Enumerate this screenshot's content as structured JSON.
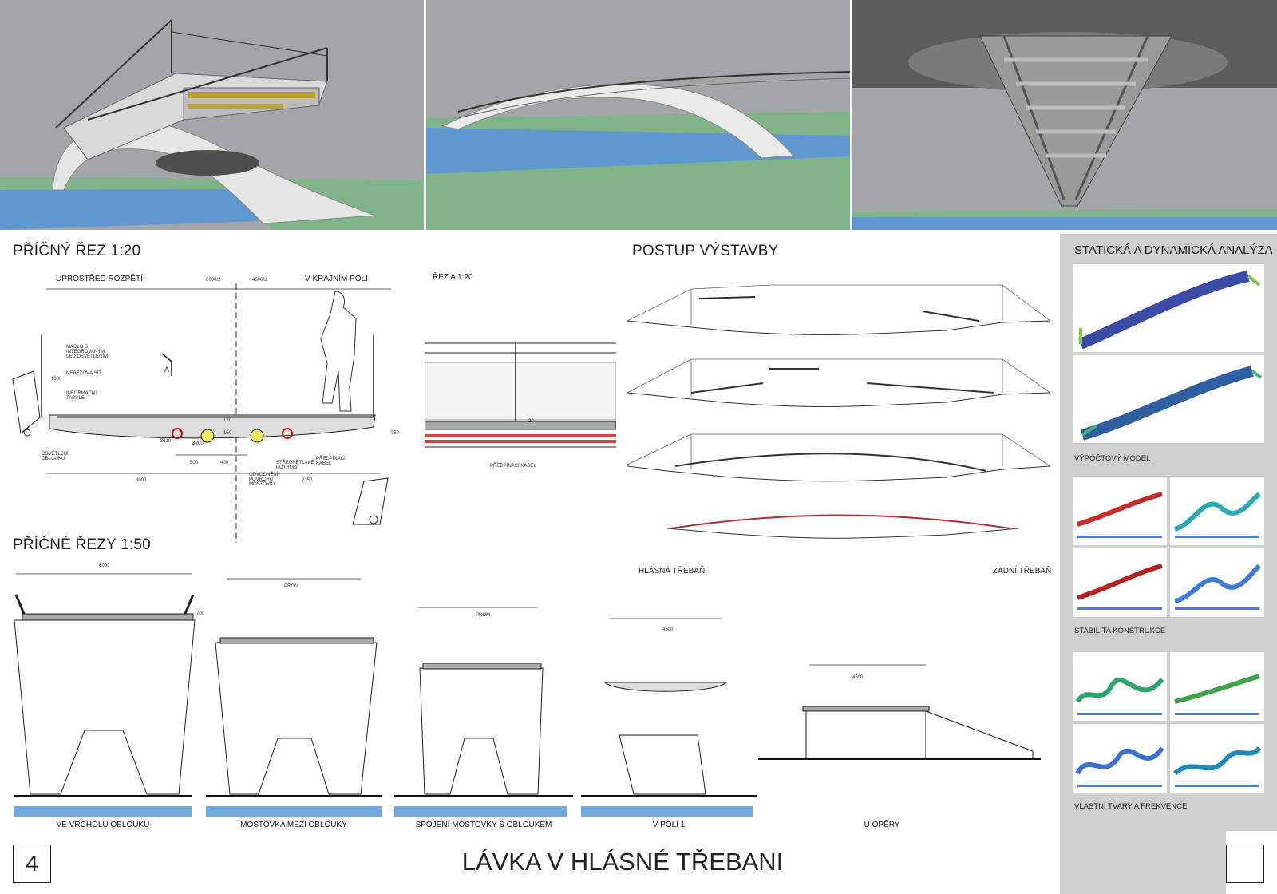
{
  "renders": [
    {
      "name": "render-bridge-underside-perspective"
    },
    {
      "name": "render-bridge-side-view"
    },
    {
      "name": "render-bridge-bottom-view"
    }
  ],
  "cross_section": {
    "title": "PŘÍČNÝ ŘEZ  1:20",
    "left_label": "UPROSTŘED ROZPĚTÍ",
    "right_label": "V KRAJNÍM POLI",
    "dim_top_left": "6000/2",
    "dim_top_right": "4500/2",
    "dim_bottom_left": "3000",
    "dim_bottom_right": "2250",
    "dim_500": "500",
    "dim_400": "400",
    "dim_1000": "1000",
    "dim_350": "350",
    "dim_120": "120",
    "dim_150": "150",
    "dim_d110": "Ø110",
    "dim_d200": "Ø200",
    "note_handrail": "MADLO S INTEGROVANÝM LED OSVĚTLENÍM",
    "note_mesh": "NEREZOVÁ SÍŤ",
    "note_info": "INFORMAČNÍ TABULE",
    "note_arch_light": "OSVĚTLENÍ OBLOUKU",
    "note_pipe": "STŘEDNĚTLAKÉ POTRUBÍ",
    "note_drain": "ODVODNĚNÍ POVRCHU MOSTOVKY",
    "note_cable": "PŘEDPÍNACÍ KABEL",
    "section_marker": "A"
  },
  "section_a": {
    "title": "ŘEZ A  1:20",
    "note_cable": "PŘEDPÍNACÍ KABEL",
    "dim_20": "20"
  },
  "cross_sections": {
    "title": "PŘÍČNÉ ŘEZY  1:50",
    "dim_6000": "6000",
    "dim_prom_1": "PROM",
    "dim_prom_2": "PROM",
    "dim_4500_a": "4500",
    "dim_4500_b": "4500",
    "dim_700": "700",
    "captions": [
      "VE VRCHOLU OBLOUKU",
      "MOSTOVKA MEZI OBLOUKY",
      "SPOJENÍ MOSTOVKY S OBLOUKEM",
      "V POLI 1",
      "U OPĚRY"
    ]
  },
  "construction": {
    "title": "POSTUP VÝSTAVBY",
    "left_place": "HLÁSNÁ TŘEBAŇ",
    "right_place": "ZADNÍ TŘEBAŇ"
  },
  "analysis": {
    "title": "STATICKÁ A DYNAMICKÁ ANALÝZA",
    "label_model": "VÝPOČTOVÝ MODEL",
    "label_stability": "STABILITA KONSTRUKCE",
    "label_modes": "VLASTNÍ TVARY A FREKVENCE"
  },
  "footer": {
    "page_number": "4",
    "project_title": "LÁVKA V HLÁSNÉ TŘEBANI"
  },
  "colors": {
    "sky_gray": "#a3a5a8",
    "water_blue": "#5e98cf",
    "grass_green": "#7fb489",
    "sidebar_gray": "#cfcfcf"
  }
}
